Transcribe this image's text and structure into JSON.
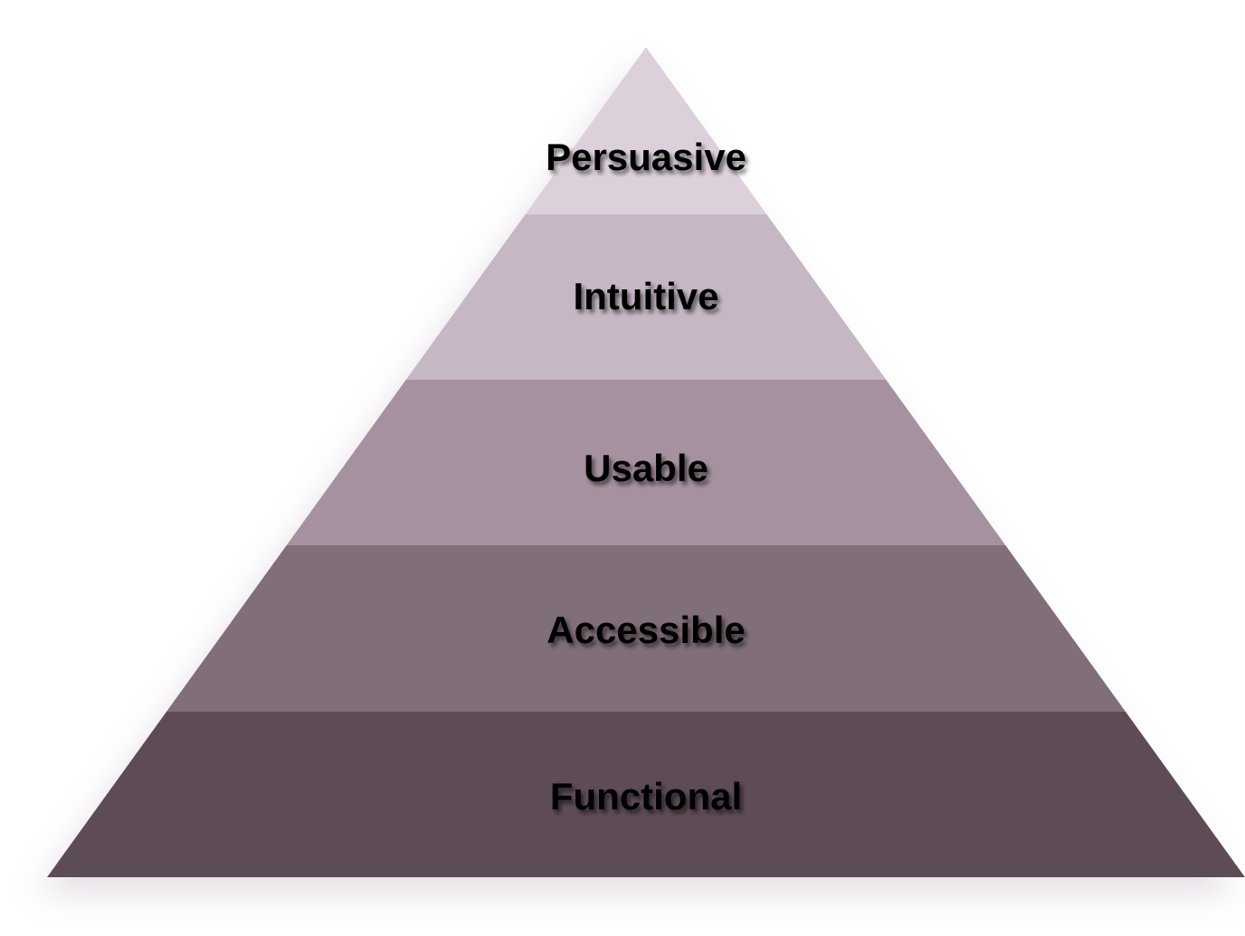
{
  "diagram": {
    "type": "pyramid",
    "layers_top_to_bottom": [
      {
        "label": "Persuasive",
        "color": "#dcd0da"
      },
      {
        "label": "Intuitive",
        "color": "#c6b7c4"
      },
      {
        "label": "Usable",
        "color": "#a591a0"
      },
      {
        "label": "Accessible",
        "color": "#806e79"
      },
      {
        "label": "Functional",
        "color": "#5d4c56"
      }
    ]
  }
}
